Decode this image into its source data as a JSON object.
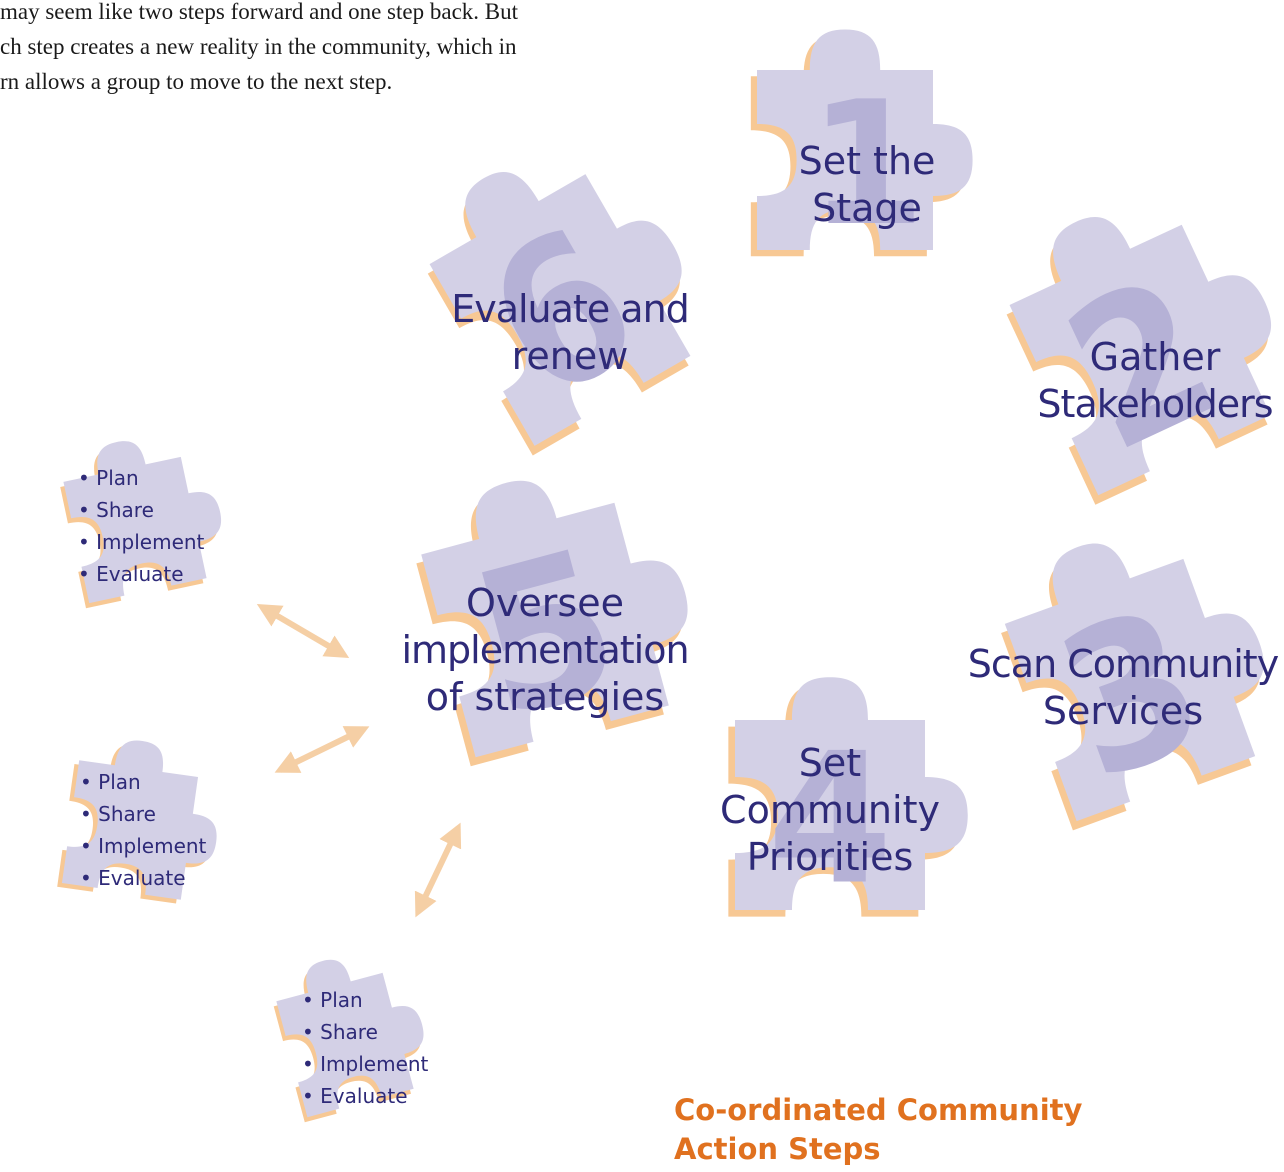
{
  "intro": {
    "lines": [
      "may seem like two steps forward and one step back. But",
      "ch step creates a new reality in the community, which in",
      "rn allows a group to move to the next step."
    ]
  },
  "steps": [
    {
      "number": "1",
      "label_lines": [
        "Set the",
        "Stage"
      ]
    },
    {
      "number": "2",
      "label_lines": [
        "Gather",
        "Stakeholders"
      ]
    },
    {
      "number": "3",
      "label_lines": [
        "Scan Community",
        "Services"
      ]
    },
    {
      "number": "4",
      "label_lines": [
        "Set",
        "Community",
        "Priorities"
      ]
    },
    {
      "number": "5",
      "label_lines": [
        "Oversee",
        "implementation",
        "of strategies"
      ]
    },
    {
      "number": "6",
      "label_lines": [
        "Evaluate and",
        "renew"
      ]
    }
  ],
  "sub_pieces": [
    {
      "items": [
        "• Plan",
        "• Share",
        "• Implement",
        "• Evaluate"
      ]
    },
    {
      "items": [
        "• Plan",
        "• Share",
        "• Implement",
        "• Evaluate"
      ]
    },
    {
      "items": [
        "• Plan",
        "• Share",
        "• Implement",
        "• Evaluate"
      ]
    }
  ],
  "footer": {
    "line1": "Co-ordinated Community",
    "line2": "Action Steps"
  },
  "colors": {
    "piece": "#d3d0e6",
    "piece_shadow": "#f7c894",
    "label": "#2e2a78",
    "number": "#b5b1d6",
    "arrow": "#f5cfa5",
    "footer": "#e0711f"
  }
}
